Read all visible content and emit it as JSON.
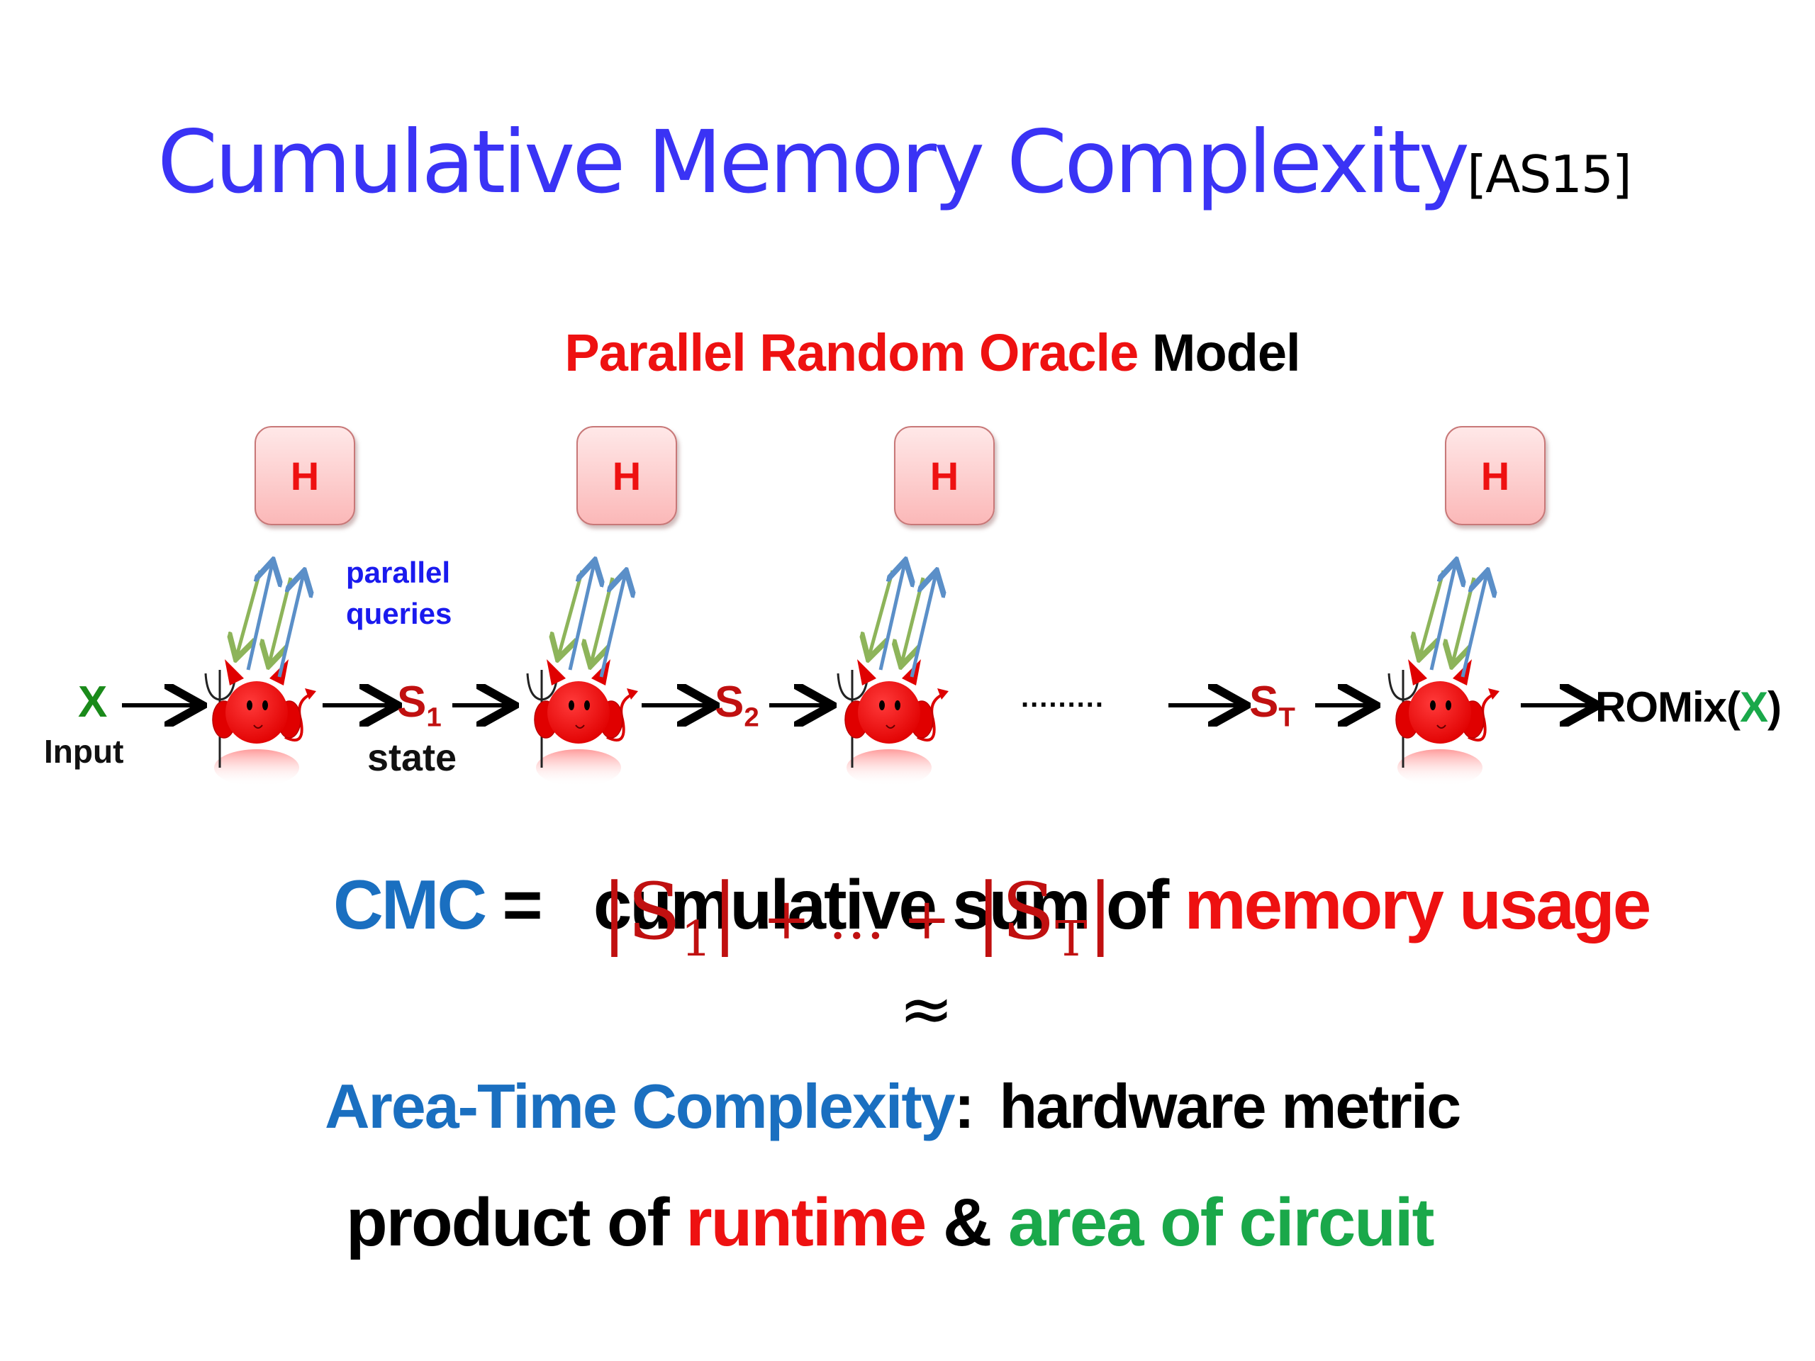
{
  "slide": {
    "title": "Cumulative Memory Complexity",
    "citation": "[AS15]",
    "subtitle": {
      "part1": "Parallel Random Oracle Model",
      "part2": "Model",
      "part1_words": "Parallel Random Oracle"
    },
    "diagram": {
      "oracle_label": "H",
      "oracle_count": 4,
      "parallel_queries_label_line1": "parallel",
      "parallel_queries_label_line2": "queries",
      "input_symbol": "X",
      "input_label": "Input",
      "state_symbol": "S",
      "state_label": "state",
      "states": [
        {
          "base": "S",
          "sub": "1"
        },
        {
          "base": "S",
          "sub": "2"
        },
        {
          "base": "S",
          "sub": "T"
        }
      ],
      "ellipsis": ".........",
      "output_prefix": "ROMix(",
      "output_var": "X",
      "output_suffix": ")",
      "icons": [
        "devil-adversary-icon",
        "arrow-right-icon",
        "query-arrow-up-icon",
        "answer-arrow-down-icon"
      ]
    },
    "cmc": {
      "label": "CMC",
      "equals": "=",
      "text_black": "cumulative sum of",
      "text_red": "memory usage",
      "overlay_formula": {
        "left": "|S",
        "left_sub": "1",
        "left_close": "|",
        "middle": "+ … +",
        "right": "|S",
        "right_sub": "T",
        "right_close": "|"
      }
    },
    "approx_symbol": "≈",
    "area_time": {
      "label": "Area-Time Complexity",
      "colon": ":",
      "text": "hardware metric"
    },
    "product": {
      "prefix": "product of",
      "runtime": "runtime",
      "amp": "&",
      "area": "area of circuit"
    },
    "colors": {
      "title_blue": "#3a33f5",
      "red": "#ee1111",
      "dark_red": "#c01010",
      "accent_blue": "#1a6fc0",
      "green": "#1aa84a",
      "query_blue": "#5b8fc8",
      "answer_green": "#8db45a"
    }
  }
}
